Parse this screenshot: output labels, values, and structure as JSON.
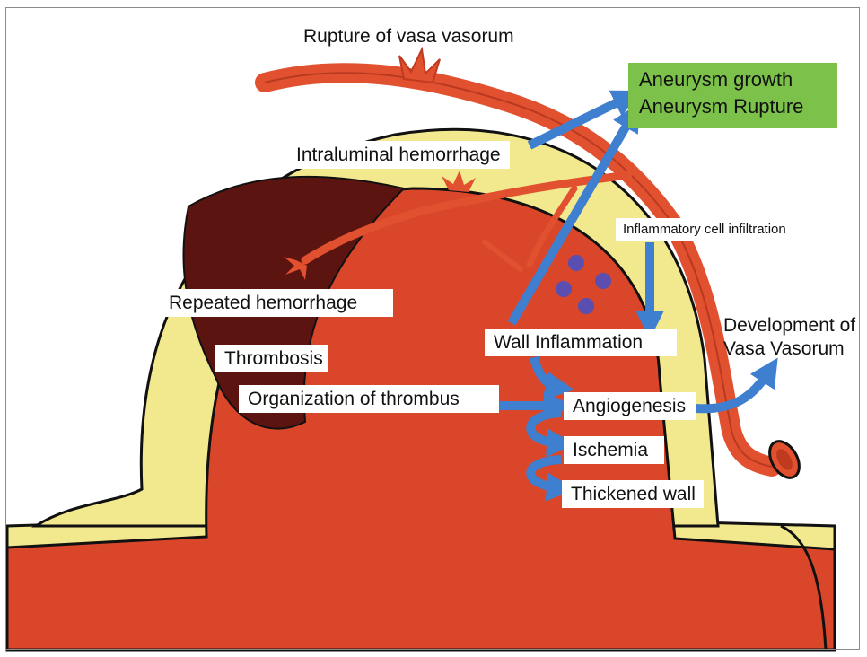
{
  "labels": {
    "rupture_vasa": "Rupture of vasa vasorum",
    "intraluminal_hemorrhage": "Intraluminal hemorrhage",
    "repeated_hemorrhage": "Repeated hemorrhage",
    "thrombosis": "Thrombosis",
    "organization_thrombus": "Organization of thrombus",
    "inflammatory_infiltration": "Inflammatory cell infiltration",
    "wall_inflammation": "Wall Inflammation",
    "angiogenesis": "Angiogenesis",
    "ischemia": "Ischemia",
    "thickened_wall": "Thickened wall",
    "development_line1": "Development of",
    "development_line2": "Vasa Vasorum"
  },
  "outcome_box": {
    "line1": "Aneurysm growth",
    "line2": "Aneurysm Rupture"
  },
  "colors": {
    "vessel_red": "#d9462a",
    "wall_yellow": "#f2e98f",
    "thrombus": "#5c1410",
    "vasa_red": "#e2512f",
    "arrow_blue": "#3f7fd0",
    "outcome_green": "#7cc24a",
    "cell_purple": "#5a4fb0"
  }
}
